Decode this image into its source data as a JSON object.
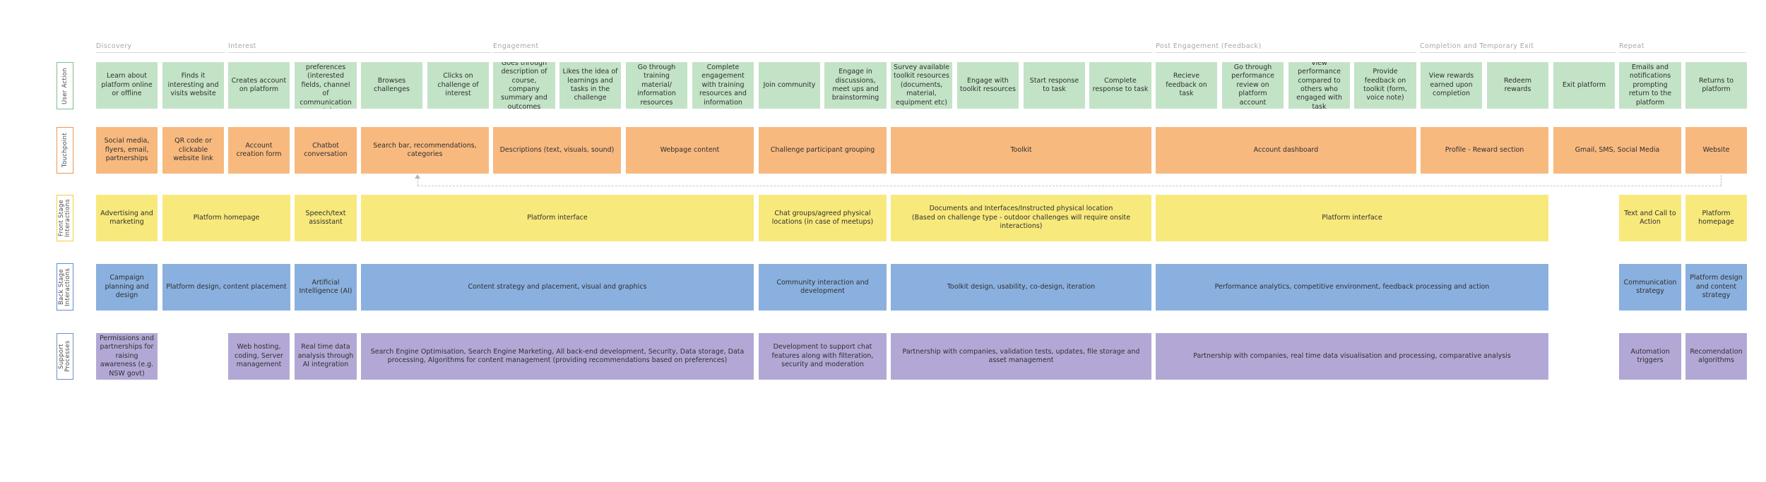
{
  "phases": [
    "Discovery",
    "Interest",
    "Engagement",
    "Post Engagement (Feedback)",
    "Completion and Temporary Exit",
    "Repeat"
  ],
  "lanes": [
    "User Action",
    "Touchpoint",
    "Front Stage Interactions",
    "Back Stage Interactions",
    "Support Processes"
  ],
  "user_actions": [
    "Learn about platform online or offline",
    "Finds it interesting and visits website",
    "Creates account on platform",
    "Inputs preferences (interested fields, channel of communication etc)",
    "Browses challenges",
    "Clicks on challenge of interest",
    "Goes through description of course, company summary and outcomes",
    "Likes the idea of learnings and tasks in the challenge",
    "Go through training material/ information resources",
    "Complete engagement with training resources and information",
    "Join community",
    "Engage in discussions, meet ups and brainstorming",
    "Survey available toolkit resources (documents, material, equipment etc)",
    "Engage with toolkit resources",
    "Start response to task",
    "Complete response to task",
    "Recieve feedback on task",
    "Go through performance review on platform account",
    "View performance compared to others who engaged with task",
    "Provide feedback on toolkit (form, voice note)",
    "View rewards earned upon completion",
    "Redeem rewards",
    "Exit platform",
    "Emails and notifications prompting return to the platform",
    "Returns to platform"
  ],
  "touchpoints": [
    "Social media, flyers, email, partnerships",
    "QR code or clickable website link",
    "Account creation form",
    "Chatbot conversation",
    "Search bar, recommendations, categories",
    "Descriptions (text, visuals, sound)",
    "Webpage content",
    "Challenge participant grouping",
    "Toolkit",
    "Account dashboard",
    "Profile - Reward section",
    "Gmail, SMS, Social Media",
    "Website"
  ],
  "front_stage": [
    "Advertising and marketing",
    "Platform homepage",
    "Speech/text assisstant",
    "Platform interface",
    "Chat groups/agreed physical locations (in case of meetups)",
    "Documents and Interfaces/Instructed physical location\n(Based on challenge type - outdoor challenges will require onsite interactions)",
    "Platform interface",
    "Text and Call to Action",
    "Platform homepage"
  ],
  "back_stage": [
    "Campaign planning and design",
    "Platform design, content placement",
    "Artificial Intelligence (AI)",
    "Content strategy and placement, visual and graphics",
    "Community interaction and development",
    "Toolkit design, usability, co-design, iteration",
    "Performance analytics, competitive environment, feedback processing and action",
    "Communication strategy",
    "Platform design and content strategy"
  ],
  "support": [
    "Permissions and partnerships for raising awareness (e.g. NSW govt)",
    "Web hosting, coding, Server management",
    "Real time data analysis through AI integration",
    "Search Engine Optimisation, Search Engine Marketing, All back-end development, Security, Data storage, Data processing, Algorithms for content management (providing recommendations based on preferences)",
    "Development to support chat features along with filteration, security and moderation",
    "Partnership with companies, validation tests, updates, file storage and asset management",
    "Partnership with companies, real time data visualisation and processing, comparative analysis",
    "Automation triggers",
    "Recomendation algorithms"
  ],
  "colors": {
    "user_action": "#c3e3c7",
    "touchpoint": "#f8b97f",
    "front_stage": "#f8e97c",
    "back_stage": "#8ab0df",
    "support": "#b3a8d5"
  }
}
